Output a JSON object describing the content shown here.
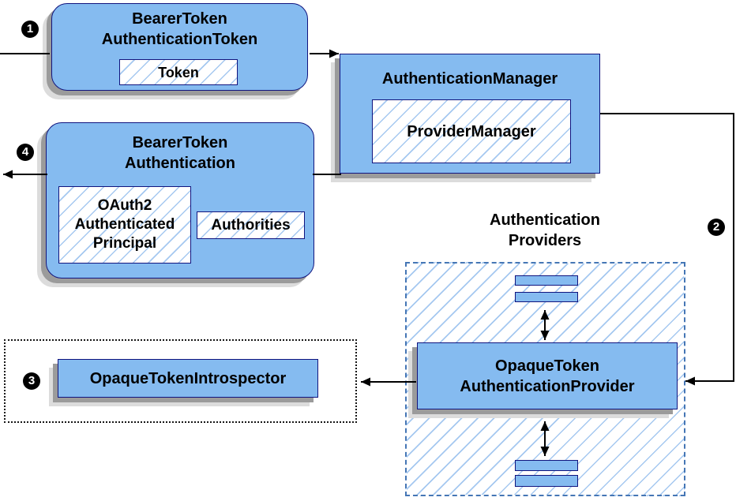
{
  "colors": {
    "box_fill": "#85BBF0",
    "box_border": "#10147E",
    "hatch_line": "#A5C8F0",
    "dashed_border": "#4576B5",
    "shadow_dark": "#9B9B9B",
    "shadow_light": "#DCDCDC",
    "arrow": "#000000",
    "badge_bg": "#000000",
    "badge_text": "#FFFFFF"
  },
  "badges": {
    "step1": "1",
    "step2": "2",
    "step3": "3",
    "step4": "4"
  },
  "nodes": {
    "bearer_token_authentication_token": {
      "title_line1": "BearerToken",
      "title_line2": "AuthenticationToken",
      "token_label": "Token"
    },
    "authentication_manager": {
      "title": "AuthenticationManager",
      "provider_manager_label": "ProviderManager"
    },
    "bearer_token_authentication": {
      "title_line1": "BearerToken",
      "title_line2": "Authentication",
      "principal_line1": "OAuth2",
      "principal_line2": "Authenticated",
      "principal_line3": "Principal",
      "authorities_label": "Authorities"
    },
    "authentication_providers_label": {
      "line1": "Authentication",
      "line2": "Providers"
    },
    "opaque_token_authentication_provider": {
      "title_line1": "OpaqueToken",
      "title_line2": "AuthenticationProvider"
    },
    "opaque_token_introspector": {
      "title": "OpaqueTokenIntrospector"
    }
  }
}
